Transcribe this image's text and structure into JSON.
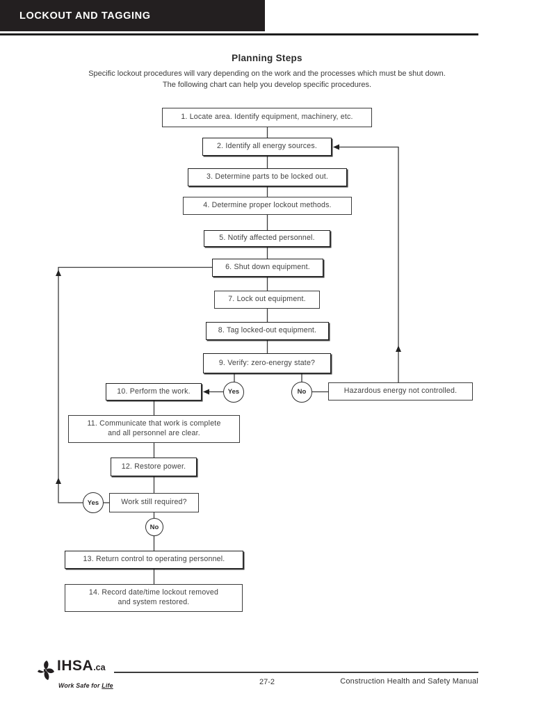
{
  "header": {
    "title": "LOCKOUT AND TAGGING"
  },
  "intro": {
    "title": "Planning Steps",
    "description_line1": "Specific lockout procedures will vary depending on the work and the processes which must be shut down.",
    "description_line2": "The following chart can help you develop specific procedures."
  },
  "flowchart": {
    "yes_label": "Yes",
    "no_label": "No",
    "steps": [
      {
        "label": "1. Locate area. Identify equipment, machinery, etc."
      },
      {
        "label": "2. Identify all energy sources."
      },
      {
        "label": "3. Determine parts to be locked out."
      },
      {
        "label": "4. Determine proper lockout methods."
      },
      {
        "label": "5. Notify affected personnel."
      },
      {
        "label": "6. Shut down equipment."
      },
      {
        "label": "7. Lock out equipment."
      },
      {
        "label": "8. Tag locked-out equipment."
      },
      {
        "label": "9. Verify: zero-energy state?"
      },
      {
        "label": "10. Perform the work."
      },
      {
        "label": "11. Communicate that work is complete",
        "label2": "and all personnel are clear."
      },
      {
        "label": "12. Restore power."
      },
      {
        "label": "13. Return control to operating personnel."
      },
      {
        "label": "14. Record date/time lockout removed",
        "label2": "and system restored."
      }
    ],
    "question": {
      "label": "Work still required?"
    },
    "hazard": {
      "label": "Hazardous energy not controlled."
    }
  },
  "footer": {
    "logo_text": "IHSA",
    "logo_suffix": ".ca",
    "tagline_pre": "Work Safe for ",
    "tagline_underlined": "Life",
    "page_number": "27-2",
    "manual_title": "Construction Health and Safety Manual"
  }
}
